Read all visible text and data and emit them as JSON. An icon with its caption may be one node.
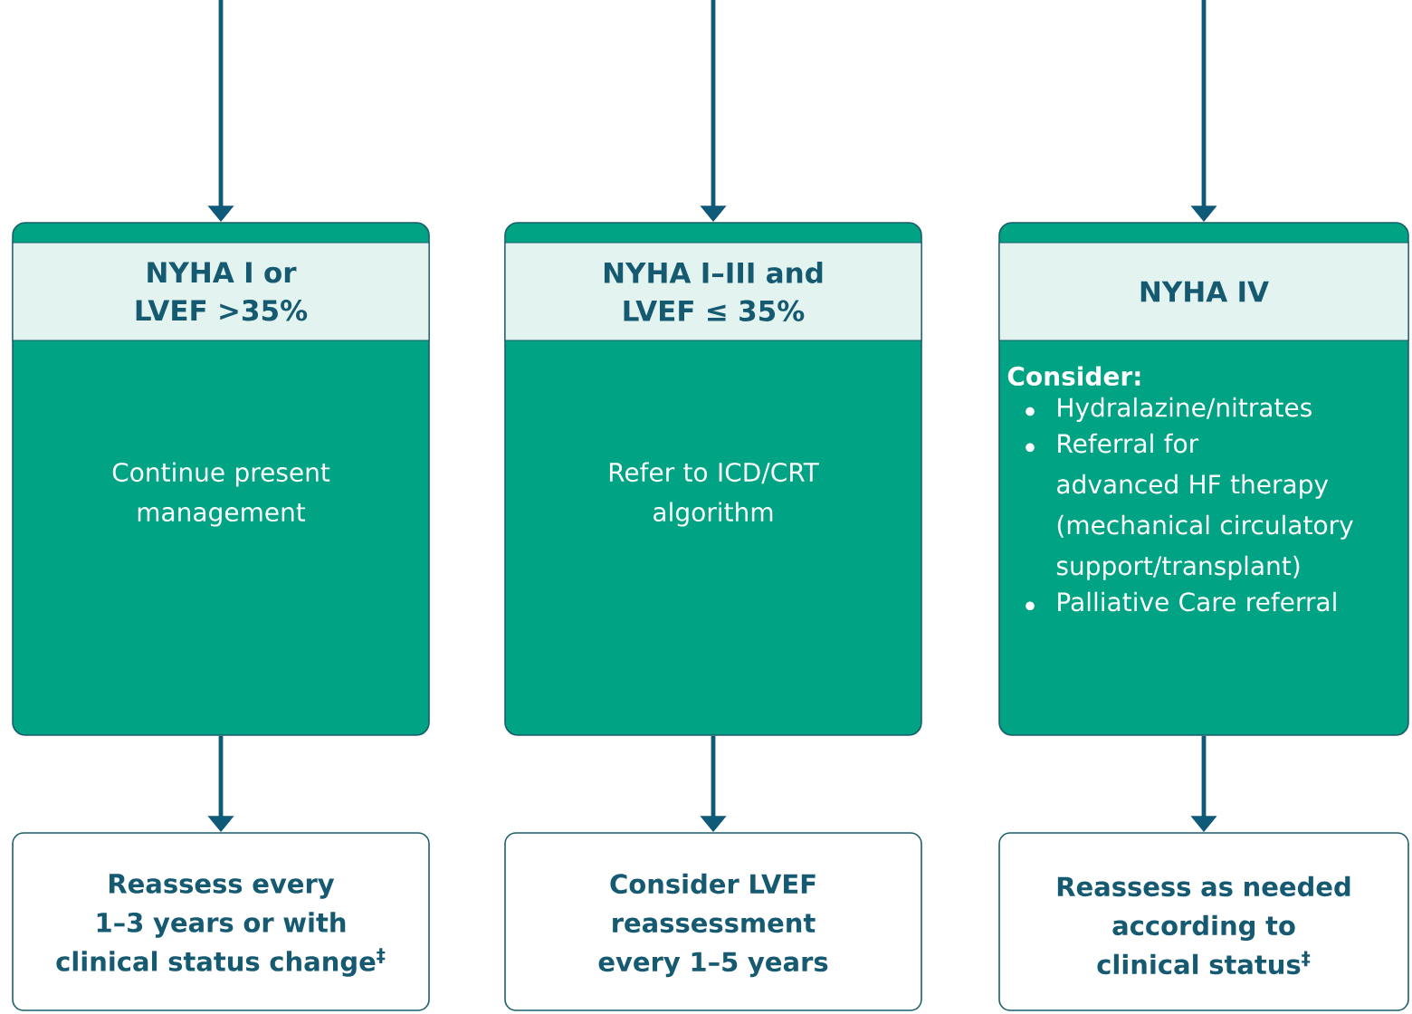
{
  "diagram": {
    "nodes": [
      {
        "text": [
          "NYHA I or LVEF >35%",
          "Continue present management"
        ]
      },
      {
        "text": [
          "NYHA I–III and LVEF ≤ 35%",
          "Refer to ICD/CRT algorithm"
        ]
      },
      {
        "text": [
          "NYHA IV",
          "Consider:",
          "Hydralazine/nitrates",
          "Referral for advanced HF therapy (mechanical circulatory support/transplant)",
          "Palliative Care referral"
        ]
      },
      {
        "text": [
          "Reassess every 1–3 years or with clinical status change$^{‡}$"
        ]
      },
      {
        "text": [
          "Consider LVEF reassessment every 1–5 years"
        ]
      },
      {
        "text": [
          "Reassess as needed according to clinical status$^{‡}$"
        ]
      }
    ],
    "edges": [
      {
        "from": null,
        "to": 0,
        "arrow": "to"
      },
      {
        "from": null,
        "to": 1,
        "arrow": "to"
      },
      {
        "from": null,
        "to": 2,
        "arrow": "to"
      },
      {
        "from": 0,
        "to": 3,
        "arrow": "to"
      },
      {
        "from": 1,
        "to": 4,
        "arrow": "to"
      },
      {
        "from": 2,
        "to": 5,
        "arrow": "to"
      }
    ]
  }
}
